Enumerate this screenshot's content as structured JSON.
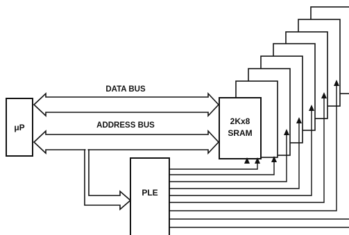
{
  "blocks": {
    "microprocessor": "μP",
    "sram_line1": "2Kx8",
    "sram_line2": "SRAM",
    "ple": "PLE"
  },
  "buses": {
    "data_bus": "DATA BUS",
    "address_bus": "ADDRESS BUS"
  }
}
